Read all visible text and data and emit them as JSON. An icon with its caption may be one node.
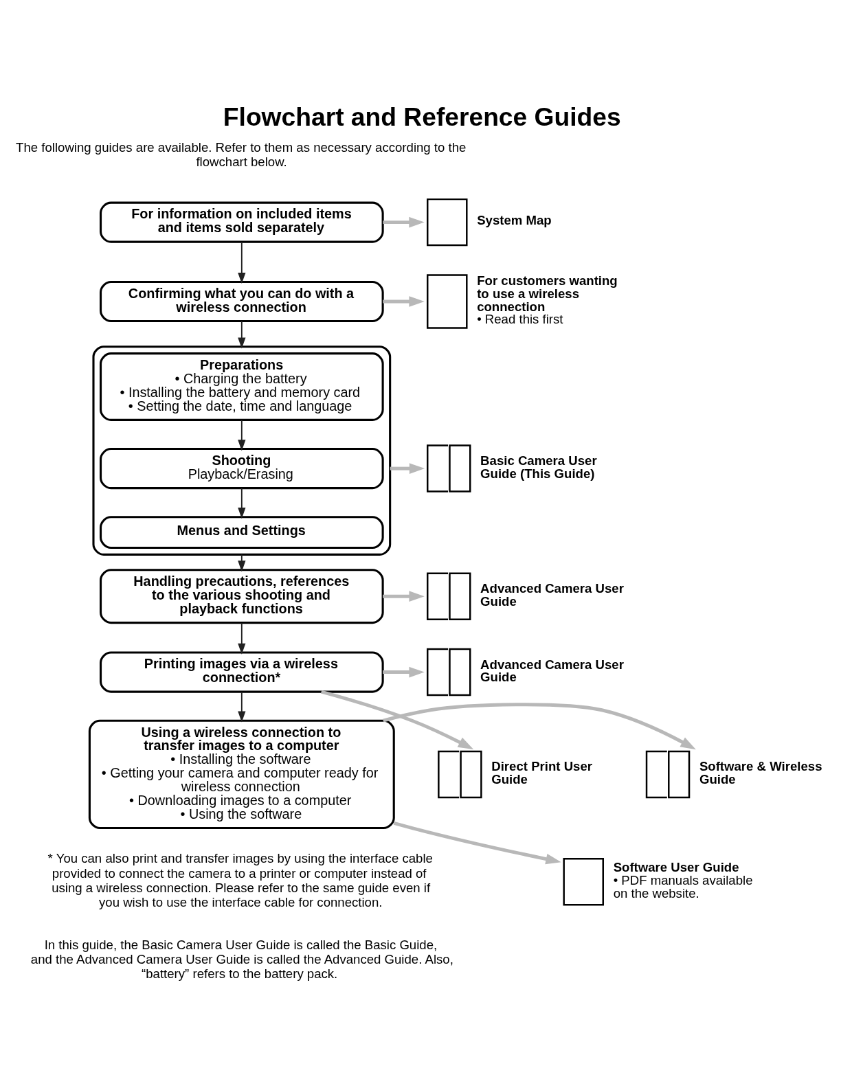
{
  "diagram": {
    "title": "Flowchart and Reference Guides",
    "nodes": [
      {
        "text": [
          "For information on included items and items sold separately"
        ]
      },
      {
        "text": [
          "Confirming what you can do with a wireless connection"
        ]
      },
      {
        "text": [],
        "shape": "box"
      },
      {
        "text": [
          "Preparations",
          "• Charging the battery",
          "• Installing the battery and memory card",
          "• Setting the date, time and language"
        ],
        "in": 2
      },
      {
        "text": [
          "Shooting",
          "Playback/Erasing"
        ],
        "in": 2
      },
      {
        "text": [
          "Menus and Settings"
        ],
        "in": 2
      },
      {
        "text": [
          "Handling precautions, references to the various shooting and playback functions"
        ]
      },
      {
        "text": [
          "Printing images via a wireless connection*"
        ]
      },
      {
        "text": [
          "Using a wireless connection to transfer images to a computer",
          "• Installing the software",
          "• Getting your camera and computer ready for wireless connection",
          "• Downloading images to a computer",
          "• Using the software"
        ]
      },
      {
        "text": [],
        "shape": "document",
        "beside": [
          "System Map"
        ]
      },
      {
        "text": [],
        "shape": "document",
        "beside": [
          "For customers wanting to use a wireless connection",
          "• Read this first"
        ]
      },
      {
        "text": [],
        "shape": "book",
        "beside": [
          "Basic Camera User Guide (This Guide)"
        ]
      },
      {
        "text": [],
        "shape": "book",
        "beside": [
          "Advanced Camera User Guide"
        ]
      },
      {
        "text": [],
        "shape": "book",
        "beside": [
          "Advanced Camera User Guide"
        ]
      },
      {
        "text": [],
        "shape": "book",
        "beside": [
          "Direct Print User Guide"
        ]
      },
      {
        "text": [],
        "shape": "book",
        "beside": [
          "Software & Wireless Guide"
        ]
      },
      {
        "text": [],
        "shape": "document",
        "beside": [
          "Software User Guide",
          "• PDF manuals available on the website."
        ]
      }
    ],
    "edges": [
      {
        "from": 0,
        "to": 1,
        "arrow": "to",
        "color": "#222222"
      },
      {
        "from": 1,
        "to": 2,
        "arrow": "to",
        "color": "#222222"
      },
      {
        "from": 3,
        "to": 4,
        "arrow": "to",
        "color": "#222222"
      },
      {
        "from": 4,
        "to": 5,
        "arrow": "to",
        "color": "#222222"
      },
      {
        "from": 2,
        "to": 6,
        "arrow": "to",
        "color": "#222222"
      },
      {
        "from": 6,
        "to": 7,
        "arrow": "to",
        "color": "#222222"
      },
      {
        "from": 7,
        "to": 8,
        "arrow": "to",
        "color": "#222222"
      },
      {
        "from": 0,
        "to": 9,
        "arrow": "to"
      },
      {
        "from": 1,
        "to": 10,
        "arrow": "to"
      },
      {
        "from": 2,
        "to": 11,
        "arrow": "to"
      },
      {
        "from": 6,
        "to": 12,
        "arrow": "to"
      },
      {
        "from": 7,
        "to": 13,
        "arrow": "to"
      },
      {
        "from": 7,
        "to": 14,
        "arrow": "to"
      },
      {
        "from": 8,
        "to": 15,
        "arrow": "to"
      },
      {
        "from": 8,
        "to": 16,
        "arrow": "to"
      }
    ],
    "labels": [
      "The following guides are available. Refer to them as necessary according to the flowchart below.",
      "* You can also print and transfer images by using the interface cable provided to connect the camera to a printer or computer instead of using a wireless connection. Please refer to the same guide even if you wish to use the interface cable for connection.",
      "In this guide, the Basic Camera User Guide is called the Basic Guide, and the Advanced Camera User Guide is called the Advanced Guide. Also, “battery” refers to the battery pack."
    ]
  }
}
